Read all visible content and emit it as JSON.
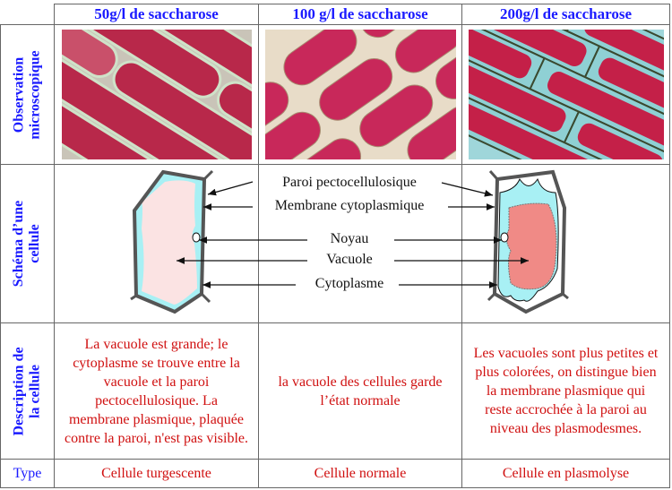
{
  "columns": [
    "50g/l de saccharose",
    "100 g/l de saccharose",
    "200g/l de saccharose"
  ],
  "row_labels": {
    "observation": [
      "Observation",
      "microscopique"
    ],
    "schema": [
      "Schéma d’une",
      "cellule"
    ],
    "description": [
      "Description de",
      "la cellule"
    ],
    "type": "Type"
  },
  "schema_labels": {
    "paroi": "Paroi pectocellulosique",
    "membrane": "Membrane cytoplasmique",
    "noyau": "Noyau",
    "vacuole": "Vacuole",
    "cytoplasme": "Cytoplasme"
  },
  "descriptions": [
    "La vacuole est grande; le cytoplasme se trouve entre la vacuole et la paroi pectocellulosique. La membrane plasmique, plaquée contre la paroi, n'est pas visible.",
    "la vacuole des cellules garde l’état normale",
    "Les vacuoles sont plus petites et plus colorées, on distingue bien la membrane plasmique qui reste accrochée à la paroi au niveau des plasmodesmes."
  ],
  "types": [
    "Cellule turgescente",
    "Cellule normale",
    "Cellule en plasmolyse"
  ],
  "colors": {
    "header": "#1a1aff",
    "text_red": "#d01010",
    "cytoplasm": "#a8f0f4",
    "vacuole_pale": "#fbe3e3",
    "vacuole_dark": "#f08a86"
  }
}
